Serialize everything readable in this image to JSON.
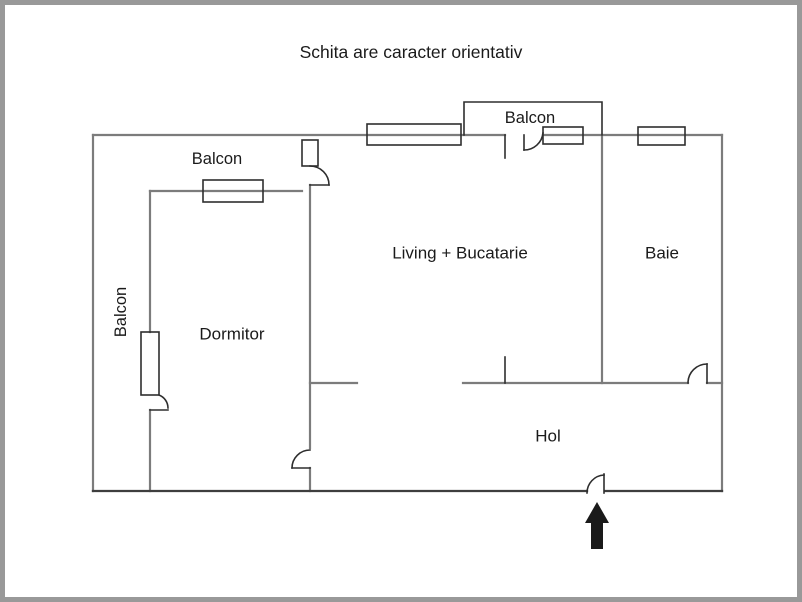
{
  "labels": {
    "title": "Schita are caracter orientativ",
    "balcon_top_left": "Balcon",
    "balcon_top_center": "Balcon",
    "balcon_left": "Balcon",
    "dormitor": "Dormitor",
    "living": "Living + Bucatarie",
    "baie": "Baie",
    "hol": "Hol"
  },
  "colors": {
    "wall": "#7c7c7c",
    "bottom_wall": "#3e3e3e",
    "symbol": "#2e2e2e",
    "frame": "#999999",
    "text": "#1a1a1a",
    "arrow": "#1a1a1a"
  },
  "icons": {
    "entrance_arrow": "up-arrow"
  }
}
